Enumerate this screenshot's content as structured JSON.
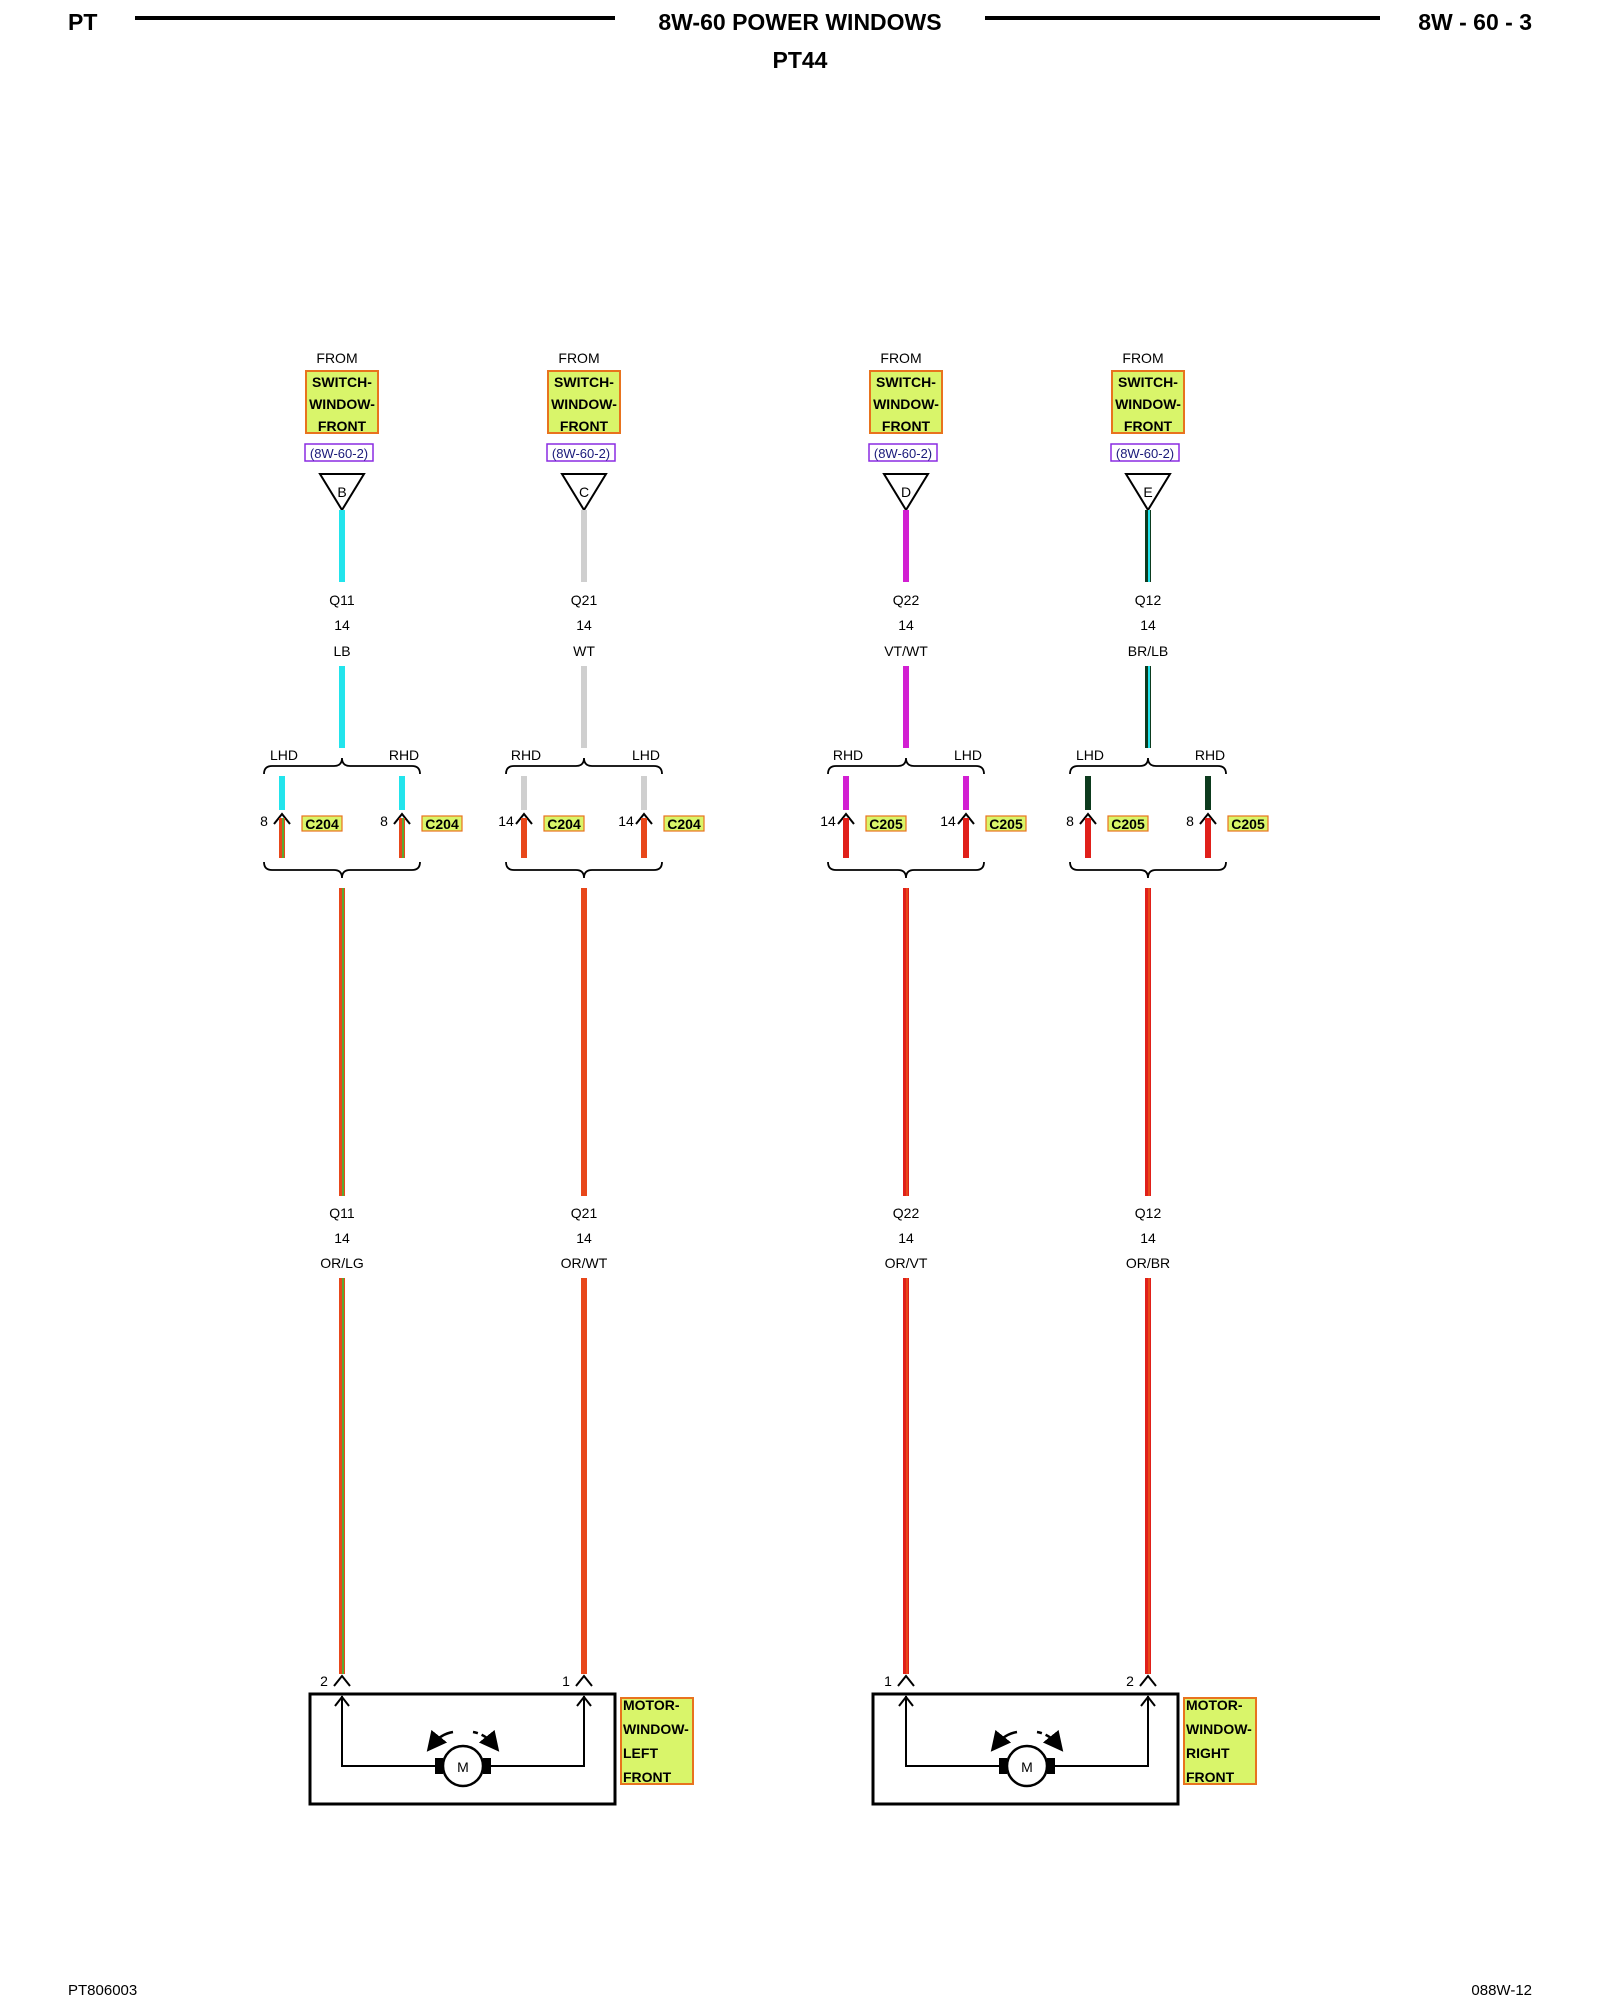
{
  "header": {
    "left": "PT",
    "title": "8W-60 POWER WINDOWS",
    "right": "8W - 60 - 3",
    "subtitle": "PT44"
  },
  "footer": {
    "left": "PT806003",
    "right": "088W-12"
  },
  "colors": {
    "label_fill": "#d9f56a",
    "label_border": "#e8731e",
    "ref_border": "#8a2be2",
    "lb": "#22e4ec",
    "wt": "#cfcfcf",
    "vt": "#d21fd2",
    "br": "#0d3b1e",
    "or": "#e8471a",
    "lg": "#5aa832",
    "red": "#e0201a"
  },
  "circuits": [
    {
      "from_label": "FROM",
      "source_lines": [
        "SWITCH-",
        "WINDOW-",
        "FRONT"
      ],
      "ref": "(8W-60-2)",
      "pin": "B",
      "upper_circuit": "Q11",
      "upper_gauge": "14",
      "upper_color": "LB",
      "split_left": "LHD",
      "split_right": "RHD",
      "conn_left_pin": "8",
      "conn_left_name": "C204",
      "conn_right_pin": "8",
      "conn_right_name": "C204",
      "lower_circuit": "Q11",
      "lower_gauge": "14",
      "lower_color": "OR/LG",
      "motor_pin": "2"
    },
    {
      "from_label": "FROM",
      "source_lines": [
        "SWITCH-",
        "WINDOW-",
        "FRONT"
      ],
      "ref": "(8W-60-2)",
      "pin": "C",
      "upper_circuit": "Q21",
      "upper_gauge": "14",
      "upper_color": "WT",
      "split_left": "RHD",
      "split_right": "LHD",
      "conn_left_pin": "14",
      "conn_left_name": "C204",
      "conn_right_pin": "14",
      "conn_right_name": "C204",
      "lower_circuit": "Q21",
      "lower_gauge": "14",
      "lower_color": "OR/WT",
      "motor_pin": "1"
    },
    {
      "from_label": "FROM",
      "source_lines": [
        "SWITCH-",
        "WINDOW-",
        "FRONT"
      ],
      "ref": "(8W-60-2)",
      "pin": "D",
      "upper_circuit": "Q22",
      "upper_gauge": "14",
      "upper_color": "VT/WT",
      "split_left": "RHD",
      "split_right": "LHD",
      "conn_left_pin": "14",
      "conn_left_name": "C205",
      "conn_right_pin": "14",
      "conn_right_name": "C205",
      "lower_circuit": "Q22",
      "lower_gauge": "14",
      "lower_color": "OR/VT",
      "motor_pin": "1"
    },
    {
      "from_label": "FROM",
      "source_lines": [
        "SWITCH-",
        "WINDOW-",
        "FRONT"
      ],
      "ref": "(8W-60-2)",
      "pin": "E",
      "upper_circuit": "Q12",
      "upper_gauge": "14",
      "upper_color": "BR/LB",
      "split_left": "LHD",
      "split_right": "RHD",
      "conn_left_pin": "8",
      "conn_left_name": "C205",
      "conn_right_pin": "8",
      "conn_right_name": "C205",
      "lower_circuit": "Q12",
      "lower_gauge": "14",
      "lower_color": "OR/BR",
      "motor_pin": "2"
    }
  ],
  "motors": [
    {
      "lines": [
        "MOTOR-",
        "WINDOW-",
        "LEFT",
        "FRONT"
      ],
      "symbol": "M"
    },
    {
      "lines": [
        "MOTOR-",
        "WINDOW-",
        "RIGHT",
        "FRONT"
      ],
      "symbol": "M"
    }
  ]
}
